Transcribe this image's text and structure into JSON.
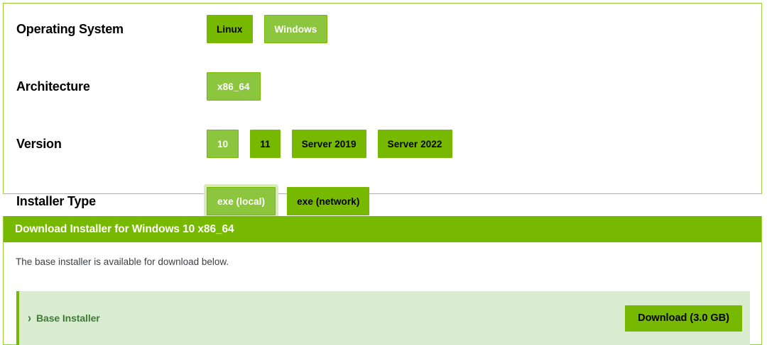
{
  "selector": {
    "rows": [
      {
        "label": "Operating System",
        "name": "operating-system",
        "options": [
          {
            "label": "Linux",
            "selected": false,
            "focused": false
          },
          {
            "label": "Windows",
            "selected": true,
            "focused": false
          }
        ]
      },
      {
        "label": "Architecture",
        "name": "architecture",
        "options": [
          {
            "label": "x86_64",
            "selected": true,
            "focused": false
          }
        ]
      },
      {
        "label": "Version",
        "name": "version",
        "options": [
          {
            "label": "10",
            "selected": true,
            "focused": false
          },
          {
            "label": "11",
            "selected": false,
            "focused": false
          },
          {
            "label": "Server 2019",
            "selected": false,
            "focused": false
          },
          {
            "label": "Server 2022",
            "selected": false,
            "focused": false
          }
        ]
      },
      {
        "label": "Installer Type",
        "name": "installer-type",
        "options": [
          {
            "label": "exe (local)",
            "selected": true,
            "focused": true
          },
          {
            "label": "exe (network)",
            "selected": false,
            "focused": false
          }
        ]
      }
    ]
  },
  "download": {
    "header_title": "Download Installer for Windows 10 x86_64",
    "note": "The base installer is available for download below.",
    "installer": {
      "chevron_icon": "chevron-right-icon",
      "title": "Base Installer",
      "download_label": "Download (3.0 GB)"
    }
  },
  "colors": {
    "nvidia_green": "#76b900",
    "selected_green": "#8cc63e",
    "panel_border": "#9ad13a",
    "card_background": "#d9ecd0",
    "card_text": "#3f7a37",
    "focus_glow": "#d9ecb8"
  }
}
